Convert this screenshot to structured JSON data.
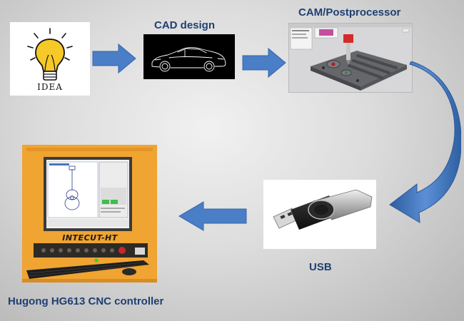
{
  "labels": {
    "cad": "CAD design",
    "cam": "CAM/Postprocessor",
    "usb": "USB",
    "controller": "Hugong HG613 CNC controller"
  },
  "idea_text": "IDEA",
  "machine_brand": "INTECUT-HT",
  "colors": {
    "label": "#1f3f73",
    "arrow": "#4a7ec6",
    "arrow_dark": "#2e5c9e",
    "controller_case": "#f0a431"
  }
}
